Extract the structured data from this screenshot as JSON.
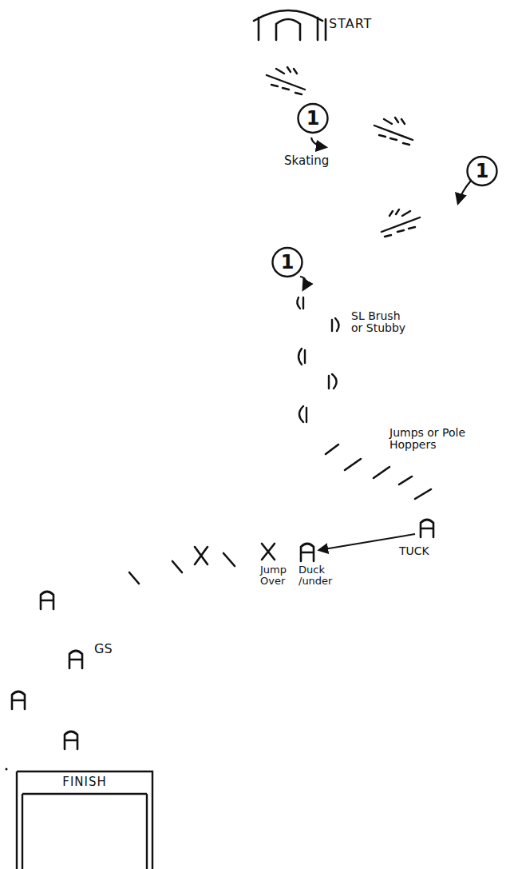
{
  "diagram": {
    "nodes": [
      {
        "text": [
          "START"
        ]
      },
      {
        "text": [
          "1"
        ]
      },
      {
        "text": [
          "1"
        ]
      },
      {
        "text": [
          "1"
        ]
      },
      {
        "text": [
          "FINISH"
        ]
      }
    ],
    "labels": [
      "Skating",
      "SL Brush or Stubby",
      "Jumps or Pole Hoppers",
      "TUCK",
      "Duck /under",
      "Jump Over",
      "GS"
    ]
  }
}
